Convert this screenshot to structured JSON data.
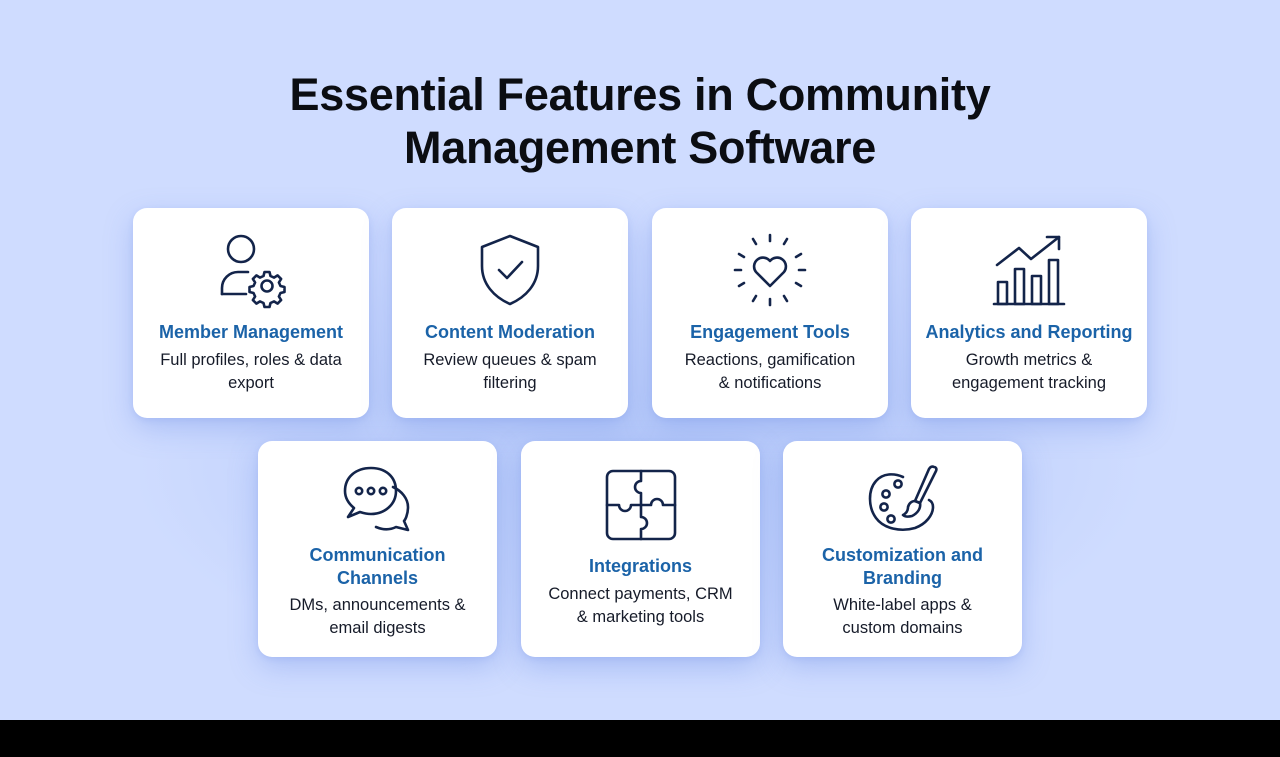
{
  "header": {
    "title_line1": "Essential Features in Community",
    "title_line2": "Management Software"
  },
  "colors": {
    "background": "#cfdcff",
    "card": "#ffffff",
    "title_text": "#0b0d12",
    "feature_title": "#1b63a8",
    "feature_text": "#161b29",
    "icon_stroke": "#13244a"
  },
  "features": [
    {
      "icon": "user-gear-icon",
      "title": "Member Management",
      "desc_line1": "Full profiles, roles & data",
      "desc_line2": "export"
    },
    {
      "icon": "shield-check-icon",
      "title": "Content Moderation",
      "desc_line1": "Review queues & spam",
      "desc_line2": "filtering"
    },
    {
      "icon": "heart-sparkle-icon",
      "title": "Engagement Tools",
      "desc_line1": "Reactions, gamification",
      "desc_line2": "& notifications"
    },
    {
      "icon": "bar-chart-trend-icon",
      "title": "Analytics and Reporting",
      "desc_line1": "Growth metrics &",
      "desc_line2": "engagement tracking"
    },
    {
      "icon": "chat-bubbles-icon",
      "title_line1": "Communication",
      "title_line2": "Channels",
      "desc_line1": "DMs, announcements &",
      "desc_line2": "email digests"
    },
    {
      "icon": "puzzle-icon",
      "title": "Integrations",
      "desc_line1": "Connect payments, CRM",
      "desc_line2": "& marketing tools"
    },
    {
      "icon": "palette-brush-icon",
      "title_line1": "Customization and",
      "title_line2": "Branding",
      "desc_line1": "White-label apps &",
      "desc_line2": "custom domains"
    }
  ]
}
